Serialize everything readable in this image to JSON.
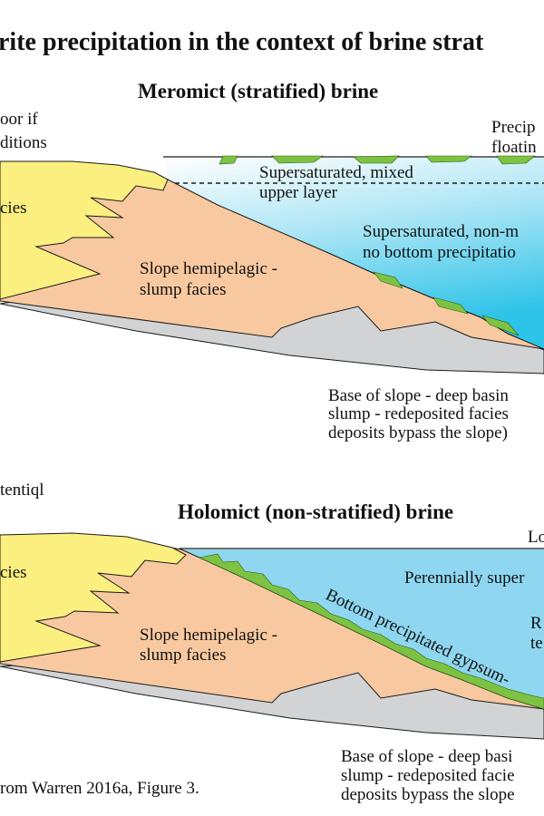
{
  "title": "rite precipitation in the context of brine strat",
  "panels": {
    "top": {
      "heading": "Meromict (stratified) brine",
      "labels": {
        "top_left_1": "oor if",
        "top_left_2": "ditions",
        "top_right_1": "Precip",
        "top_right_2": "floatin",
        "mixed_1": "Supersaturated, mixed",
        "mixed_2": "upper layer",
        "nonmixed_1": "Supersaturated, non-m",
        "nonmixed_2": "no bottom precipitatio",
        "shelf": "cies",
        "slope_1": "Slope hemipelagic -",
        "slope_2": "slump facies",
        "base_1": "Base of slope - deep basin",
        "base_2": "slump - redeposited facies",
        "base_3": "deposits bypass the slope)"
      }
    },
    "bottom": {
      "heading": "Holomict (non-stratified) brine",
      "labels": {
        "left_note": "tentiql",
        "top_right": "Lo",
        "perennial": "Perennially super",
        "side_1": "R",
        "side_2": "te",
        "shelf": "cies",
        "slope_1": "Slope hemipelagic -",
        "slope_2": "slump facies",
        "gypsum": "Bottom precipitated gypsum-",
        "base_1": "Base of slope - deep basi",
        "base_2": "slump - redeposited facie",
        "base_3": "deposits bypass the slope"
      }
    }
  },
  "caption": "rom Warren 2016a, Figure 3.",
  "colors": {
    "shelf": "#fbf07f",
    "slope": "#f8c9a0",
    "basin": "#d2d3d5",
    "brine": "#8fd7f0",
    "brine_deep": "#3cc6ea",
    "gypsum": "#7dc242",
    "outline": "#1a1a1a"
  }
}
